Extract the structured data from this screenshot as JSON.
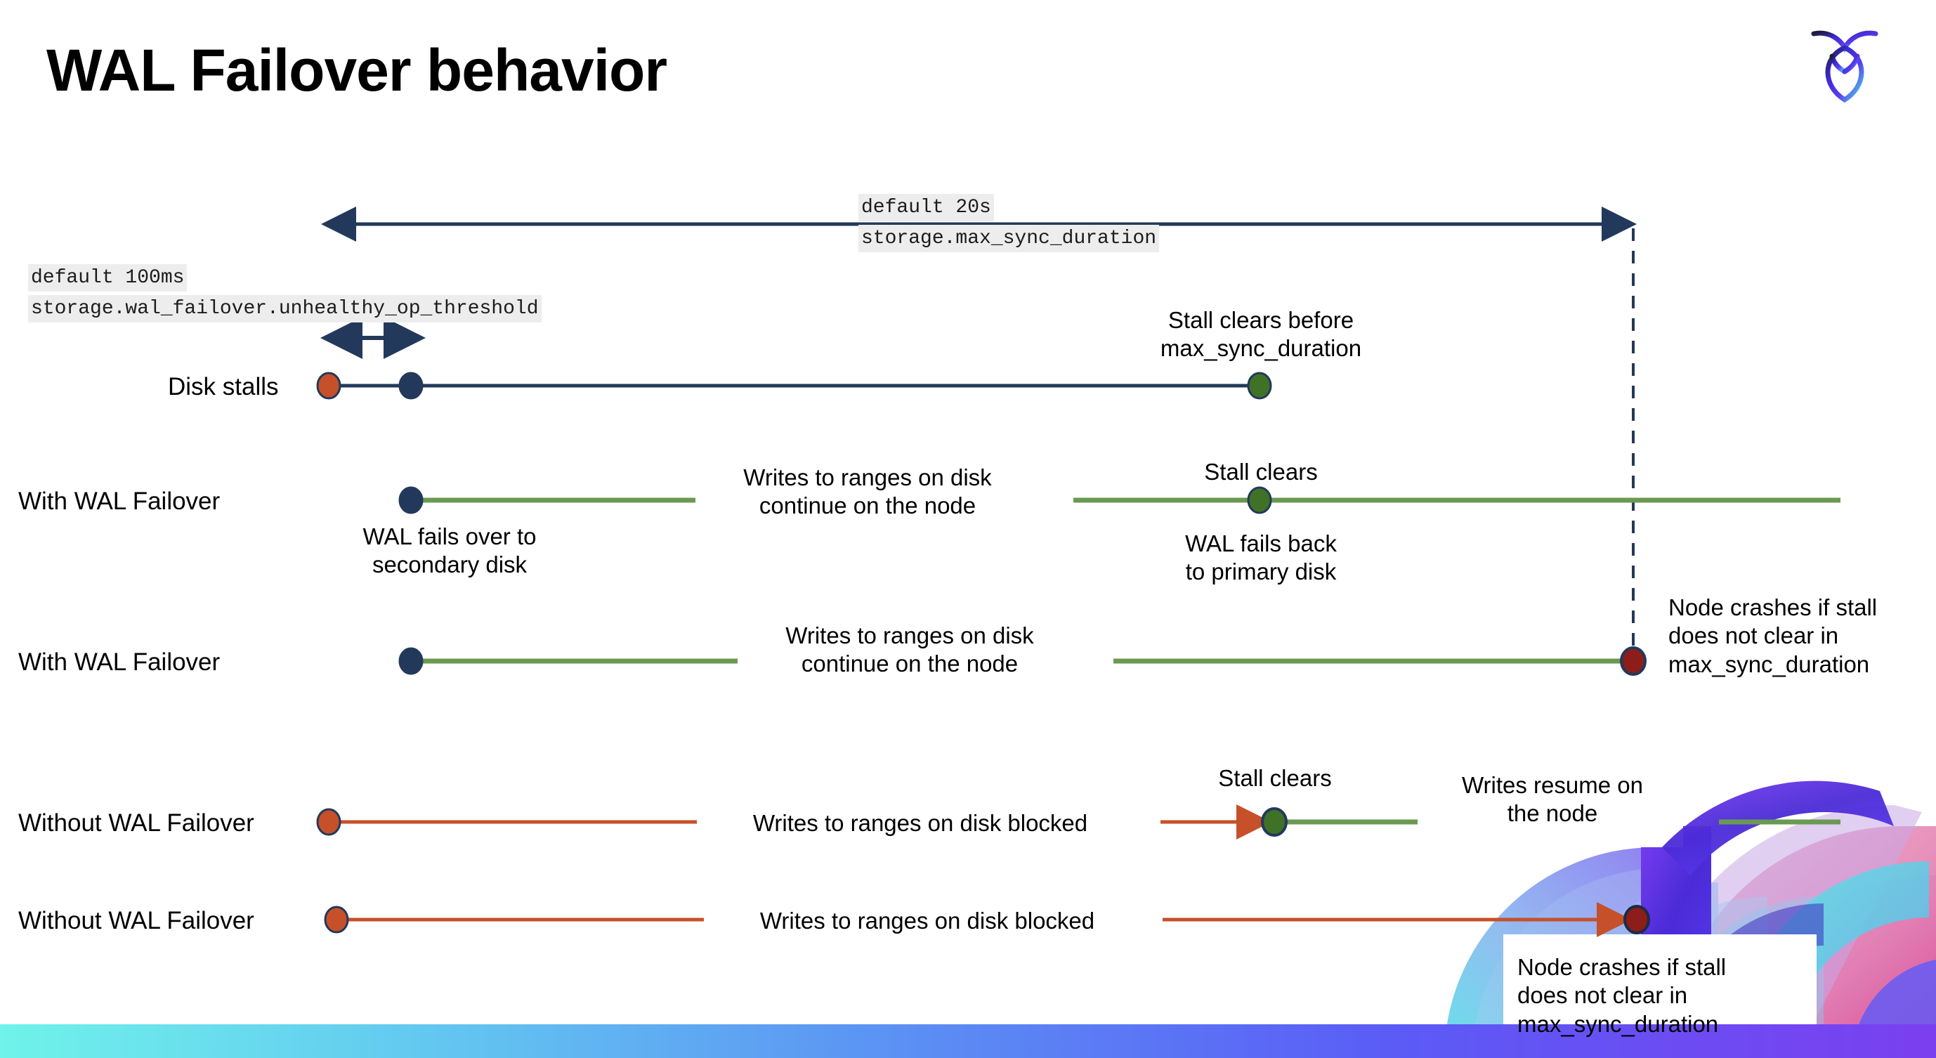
{
  "page": {
    "title": "WAL Failover behavior",
    "logo_icon": "cockroachdb-logo-icon",
    "accent_colors": {
      "navy": "#23395b",
      "green": "#6a9a52",
      "green_dot": "#3f7227",
      "orange": "#c6502a",
      "dark_red": "#8c1d18",
      "code_bg": "#ededed",
      "bottom_bar_from": "#6ff3ea",
      "bottom_bar_to": "#7b3ff0"
    }
  },
  "annotations": {
    "max_sync_duration": {
      "default": "default 20s",
      "setting": "storage.max_sync_duration"
    },
    "unhealthy_op_threshold": {
      "default": "default 100ms",
      "setting": "storage.wal_failover.unhealthy_op_threshold"
    }
  },
  "rows": [
    {
      "id": "disk-stalls",
      "label": "Disk stalls",
      "notes": [
        {
          "id": "stall-clears-before",
          "text": "Stall clears before\nmax_sync_duration"
        }
      ]
    },
    {
      "id": "with-wal-failover-1",
      "label": "With WAL Failover",
      "notes": [
        {
          "id": "wal-fails-over",
          "text": "WAL fails over to\nsecondary disk"
        },
        {
          "id": "writes-continue",
          "text": "Writes to ranges on disk\ncontinue on the node"
        },
        {
          "id": "stall-clears",
          "text": "Stall clears"
        },
        {
          "id": "wal-fails-back",
          "text": "WAL fails  back\nto primary disk"
        }
      ]
    },
    {
      "id": "with-wal-failover-2",
      "label": "With WAL Failover",
      "notes": [
        {
          "id": "writes-continue",
          "text": "Writes to ranges on disk\ncontinue on the node"
        },
        {
          "id": "node-crashes",
          "text": "Node crashes if stall\ndoes not clear in\nmax_sync_duration"
        }
      ]
    },
    {
      "id": "without-wal-failover-1",
      "label": "Without WAL Failover",
      "notes": [
        {
          "id": "writes-blocked",
          "text": "Writes to ranges on disk  blocked"
        },
        {
          "id": "stall-clears",
          "text": "Stall clears"
        },
        {
          "id": "writes-resume",
          "text": "Writes resume on\nthe node"
        }
      ]
    },
    {
      "id": "without-wal-failover-2",
      "label": "Without WAL Failover",
      "notes": [
        {
          "id": "writes-blocked",
          "text": "Writes to ranges on disk  blocked"
        },
        {
          "id": "node-crashes",
          "text": "Node crashes if stall\ndoes not clear in\nmax_sync_duration"
        }
      ]
    }
  ]
}
